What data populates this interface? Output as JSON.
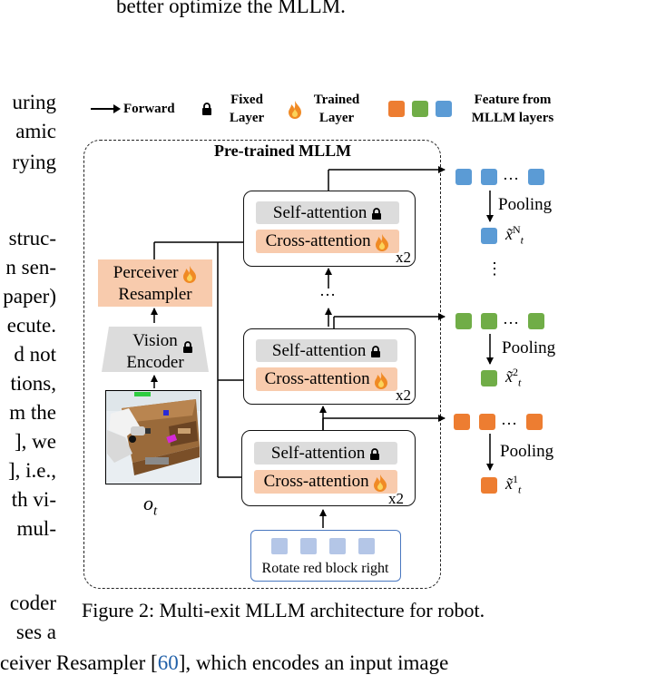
{
  "top_line": "better optimize the MLLM.",
  "left_column_fragments": [
    "uring",
    "amic",
    "rying",
    "struc-",
    "n sen-",
    "paper)",
    "ecute.",
    "d not",
    "tions,",
    "m the",
    "], we",
    "], i.e.,",
    "th vi-",
    "mul-",
    "coder",
    "ses a"
  ],
  "bottom_line_prefix": "ceiver Resampler [",
  "bottom_line_ref": "60",
  "bottom_line_suffix": "], which encodes an input image",
  "legend": {
    "forward": "Forward",
    "fixed_line1": "Fixed",
    "fixed_line2": "Layer",
    "trained_line1": "Trained",
    "trained_line2": "Layer",
    "feature_line1": "Feature from",
    "feature_line2": "MLLM layers"
  },
  "mllm_title": "Pre-trained MLLM",
  "layers": [
    {
      "self_attention": "Self-attention",
      "cross_attention": "Cross-attention",
      "repeat": "x2"
    },
    {
      "self_attention": "Self-attention",
      "cross_attention": "Cross-attention",
      "repeat": "x2"
    },
    {
      "self_attention": "Self-attention",
      "cross_attention": "Cross-attention",
      "repeat": "x2"
    }
  ],
  "layer_ellipsis": "…",
  "perceiver_line1": "Perceiver",
  "perceiver_line2": "Resampler",
  "vision_line1": "Vision",
  "vision_line2": "Encoder",
  "obs_label": "o",
  "obs_sub": "t",
  "instruction": "Rotate red block right",
  "features": [
    {
      "dots": "…",
      "pooling": "Pooling",
      "sup": "N",
      "color": "#5b9bd5"
    },
    {
      "dots": "…",
      "pooling": "Pooling",
      "sup": "2",
      "color": "#70ad47"
    },
    {
      "dots": "…",
      "pooling": "Pooling",
      "sup": "1",
      "color": "#ed7d31"
    }
  ],
  "feature_vertical_ellipsis": "⋮",
  "feature_symbol": "x̃",
  "feature_sub": "t",
  "caption": "Figure 2: Multi-exit MLLM architecture for robot.",
  "colors": {
    "blue": "#5b9bd5",
    "green": "#70ad47",
    "orange": "#ed7d31",
    "cross_attention": "#f8cbad",
    "self_attention": "#dcdcdc",
    "link": "#1f5fa8"
  }
}
